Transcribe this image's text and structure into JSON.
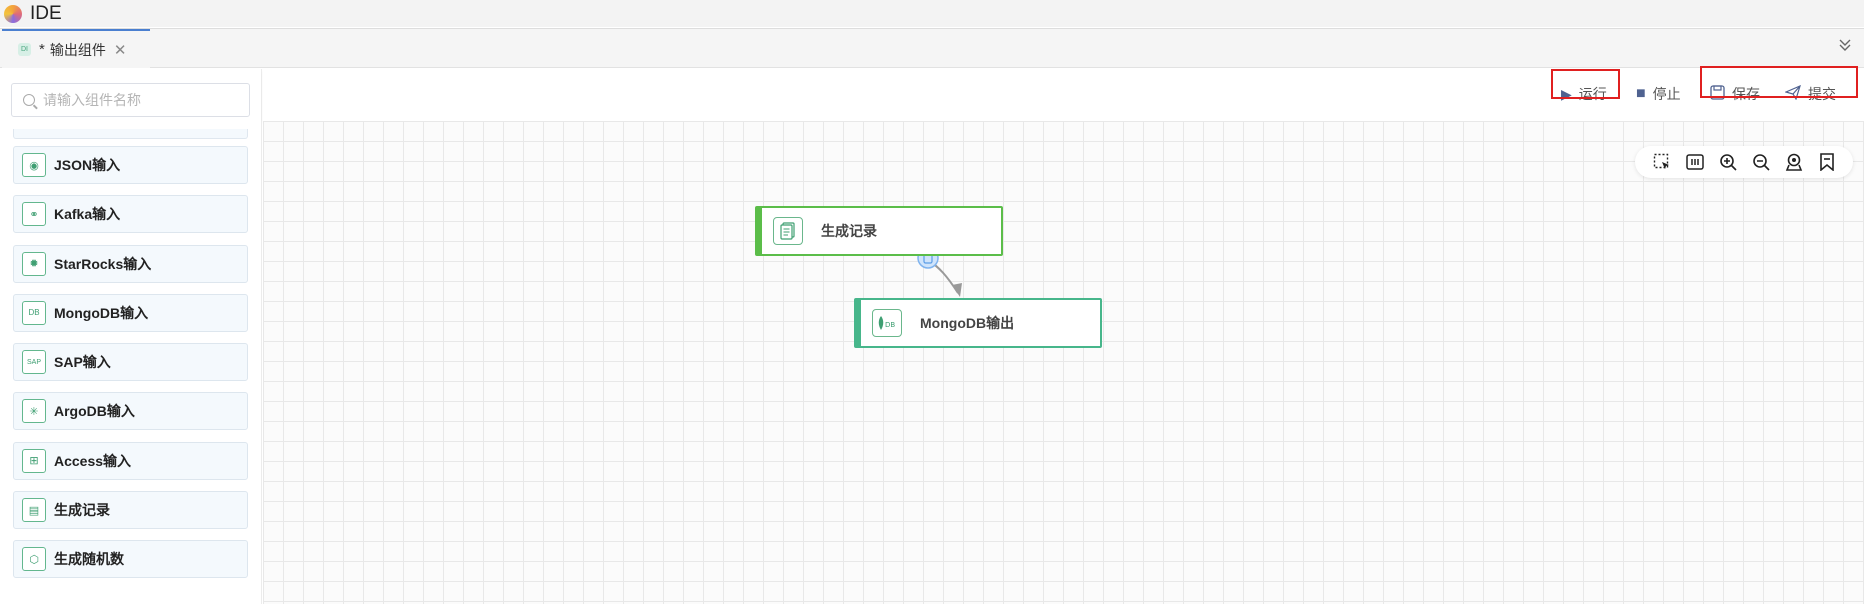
{
  "app": {
    "title": "IDE"
  },
  "tabs": [
    {
      "icon_text": "DI",
      "modified_mark": "*",
      "label": "输出组件",
      "close": "✕"
    }
  ],
  "tabbar": {
    "collapse_icon": "double-chevron-down-icon"
  },
  "search": {
    "placeholder": "请输入组件名称",
    "value": ""
  },
  "components": [
    {
      "label": "JSON输入",
      "icon": "json-icon",
      "glyph": "◉"
    },
    {
      "label": "Kafka输入",
      "icon": "kafka-icon",
      "glyph": "⚭"
    },
    {
      "label": "StarRocks输入",
      "icon": "starrocks-icon",
      "glyph": "✹"
    },
    {
      "label": "MongoDB输入",
      "icon": "mongodb-icon",
      "glyph": "DB"
    },
    {
      "label": "SAP输入",
      "icon": "sap-icon",
      "glyph": "SAP"
    },
    {
      "label": "ArgoDB输入",
      "icon": "argodb-icon",
      "glyph": "✳"
    },
    {
      "label": "Access输入",
      "icon": "access-icon",
      "glyph": "⊞"
    },
    {
      "label": "生成记录",
      "icon": "generate-records-icon",
      "glyph": "▤"
    },
    {
      "label": "生成随机数",
      "icon": "random-number-icon",
      "glyph": "⬡"
    }
  ],
  "toolbar": {
    "run_label": "运行",
    "stop_label": "停止",
    "save_label": "保存",
    "submit_label": "提交"
  },
  "canvas_tools": [
    "select-icon",
    "fit-view-icon",
    "zoom-in-icon",
    "zoom-out-icon",
    "locate-icon",
    "bookmark-icon"
  ],
  "nodes": [
    {
      "label": "生成记录",
      "icon": "generate-records-icon"
    },
    {
      "label": "MongoDB输出",
      "icon": "mongodb-icon"
    }
  ],
  "colors": {
    "accent": "#4a7fd0",
    "node_green": "#5bbd49",
    "node_teal": "#47b68b",
    "highlight_red": "#e02020"
  }
}
